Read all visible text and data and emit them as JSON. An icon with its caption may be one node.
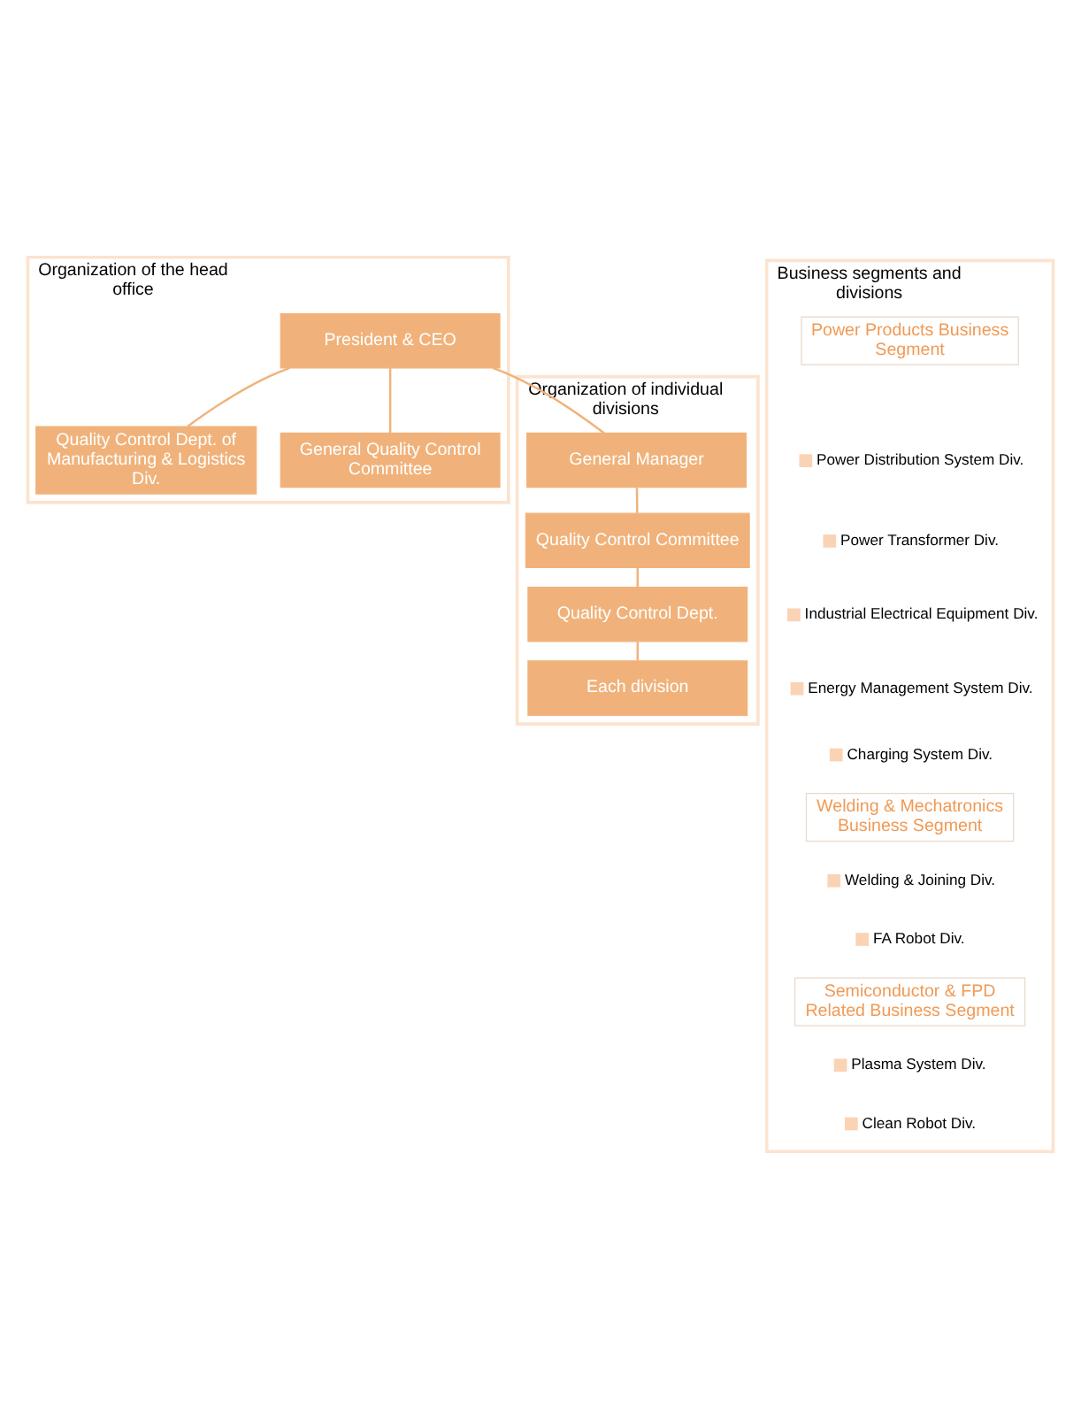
{
  "diagram": {
    "nodes": [
      {
        "text": [
          "Organization of the head office"
        ]
      },
      {
        "text": [
          "President & CEO"
        ],
        "in": 0
      },
      {
        "text": [
          "Quality Control Dept. of Manufacturing & Logistics Div."
        ],
        "in": 0
      },
      {
        "text": [
          "General Quality Control Committee"
        ],
        "in": 0
      },
      {
        "text": [
          "Organization of individual divisions"
        ]
      },
      {
        "text": [
          "General Manager"
        ],
        "in": 4
      },
      {
        "text": [
          "Quality Control Committee"
        ],
        "in": 4
      },
      {
        "text": [
          "Quality Control Dept."
        ],
        "in": 4
      },
      {
        "text": [
          "Each division"
        ],
        "in": 4
      },
      {
        "text": [
          "Business segments and divisions"
        ]
      },
      {
        "text": [
          "Power Products Business Segment"
        ],
        "in": 9
      },
      {
        "text": [
          "Power Distribution System Div."
        ],
        "in": 9
      },
      {
        "text": [
          "Power Transformer Div."
        ],
        "in": 9
      },
      {
        "text": [
          "Industrial Electrical Equipment Div."
        ],
        "in": 9
      },
      {
        "text": [
          "Energy Management System Div."
        ],
        "in": 9
      },
      {
        "text": [
          "Charging System Div."
        ],
        "in": 9
      },
      {
        "text": [
          "Welding & Mechatronics Business Segment"
        ],
        "in": 9
      },
      {
        "text": [
          "Welding & Joining Div."
        ],
        "in": 9
      },
      {
        "text": [
          "FA Robot Div."
        ],
        "in": 9
      },
      {
        "text": [
          "Semiconductor & FPD Related Business Segment"
        ],
        "in": 9
      },
      {
        "text": [
          "Plasma System Div."
        ],
        "in": 9
      },
      {
        "text": [
          "Clean Robot Div."
        ],
        "in": 9
      }
    ],
    "edges": [
      {
        "from": 1,
        "to": 2,
        "arrow": "none"
      },
      {
        "from": 1,
        "to": 3,
        "arrow": "none"
      },
      {
        "from": 1,
        "to": 5,
        "arrow": "none"
      },
      {
        "from": 5,
        "to": 6,
        "arrow": "none"
      },
      {
        "from": 6,
        "to": 7,
        "arrow": "none"
      },
      {
        "from": 7,
        "to": 8,
        "arrow": "none"
      }
    ]
  }
}
